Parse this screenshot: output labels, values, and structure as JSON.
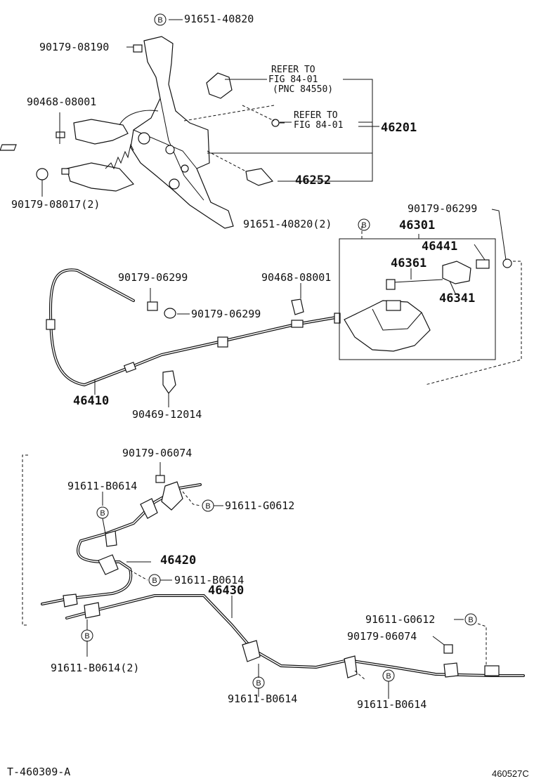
{
  "labels": {
    "p91651_top": "91651-40820",
    "p90179_08190": "90179-08190",
    "refer1_l1": "REFER TO",
    "refer1_l2": "FIG 84-01",
    "refer1_l3": "(PNC 84550)",
    "refer2_l1": "REFER TO",
    "refer2_l2": "FIG 84-01",
    "p90468_a": "90468-08001",
    "p46201": "46201",
    "p46252": "46252",
    "p90179_08017": "90179-08017(2)",
    "p91651_2": "91651-40820(2)",
    "p90179_06299_r": "90179-06299",
    "p46301": "46301",
    "p46441": "46441",
    "p46361": "46361",
    "p46341": "46341",
    "p90179_06299_a": "90179-06299",
    "p90468_b": "90468-08001",
    "p90179_06299_b": "90179-06299",
    "p46410": "46410",
    "p90469": "90469-12014",
    "p90179_06074_a": "90179-06074",
    "p91611_B_a": "91611-B0614",
    "p91611_G_a": "91611-G0612",
    "p46420": "46420",
    "p91611_B_b": "91611-B0614",
    "p46430": "46430",
    "p91611_G_b": "91611-G0612",
    "p90179_06074_b": "90179-06074",
    "p91611_B2": "91611-B0614(2)",
    "p91611_B_c": "91611-B0614",
    "p91611_B_d": "91611-B0614",
    "b_symbol": "B"
  },
  "footer": {
    "left": "T-460309-A",
    "right": "460527C"
  }
}
